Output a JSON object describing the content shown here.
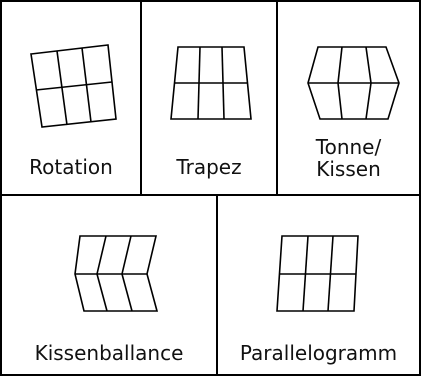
{
  "cells": [
    {
      "id": "rotation",
      "label_lines": [
        "Rotation"
      ],
      "icon": "rotated-grid-icon"
    },
    {
      "id": "trapez",
      "label_lines": [
        "Trapez"
      ],
      "icon": "trapezoid-grid-icon"
    },
    {
      "id": "tonne-kissen",
      "label_lines": [
        "Tonne/",
        "Kissen"
      ],
      "icon": "barrel-grid-icon"
    },
    {
      "id": "kissenballance",
      "label_lines": [
        "Kissenballance"
      ],
      "icon": "pincushion-balance-grid-icon"
    },
    {
      "id": "parallelogramm",
      "label_lines": [
        "Parallelogramm"
      ],
      "icon": "parallelogram-grid-icon"
    }
  ]
}
